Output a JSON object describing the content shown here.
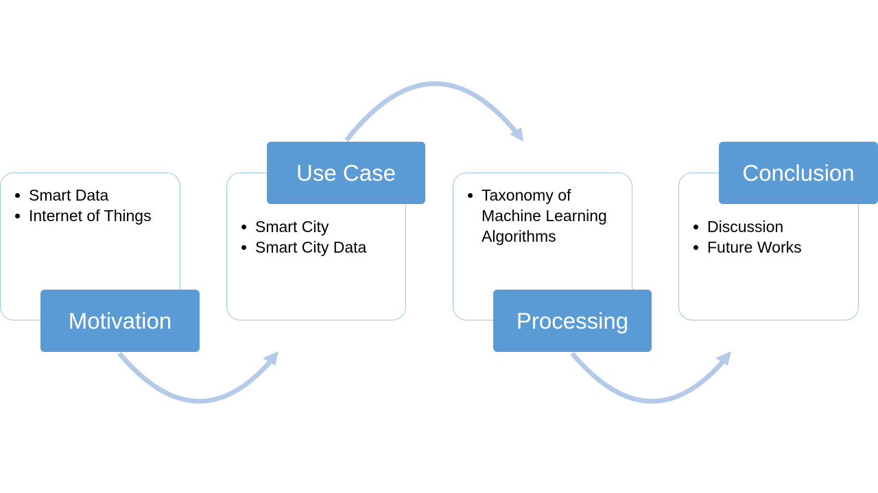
{
  "colors": {
    "label_fill": "#5b9bd5",
    "card_border": "#9dc3e6",
    "arrow": "#b4cae8"
  },
  "steps": [
    {
      "title": "Motivation",
      "items": [
        "Smart Data",
        "Internet of Things"
      ]
    },
    {
      "title": "Use Case",
      "items": [
        "Smart City",
        "Smart City Data"
      ]
    },
    {
      "title": "Processing",
      "items": [
        "Taxonomy of Machine Learning Algorithms"
      ]
    },
    {
      "title": "Conclusion",
      "items": [
        "Discussion",
        "Future Works"
      ]
    }
  ]
}
